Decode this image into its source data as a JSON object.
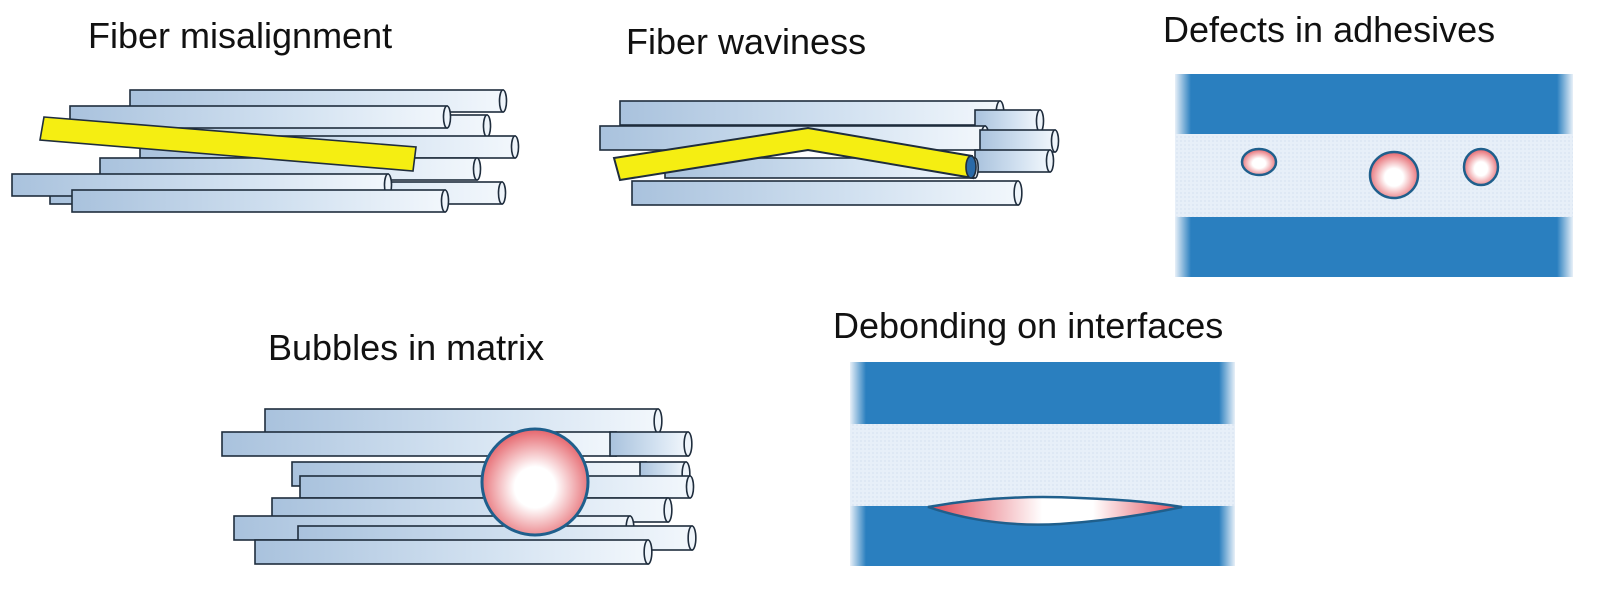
{
  "panels": {
    "misalignment": {
      "title": "Fiber misalignment"
    },
    "waviness": {
      "title": "Fiber waviness"
    },
    "adhesive": {
      "title": "Defects in adhesives"
    },
    "bubbles": {
      "title": "Bubbles in matrix"
    },
    "debonding": {
      "title": "Debonding on interfaces"
    }
  },
  "colors": {
    "fiber": "#b8cee6",
    "fiber_edge": "#1f2d3d",
    "misaligned_fiber": "#f5ee12",
    "adherend": "#2a7fbf",
    "adhesive_layer": "#e6eff8",
    "void": "#f0a7aa"
  }
}
